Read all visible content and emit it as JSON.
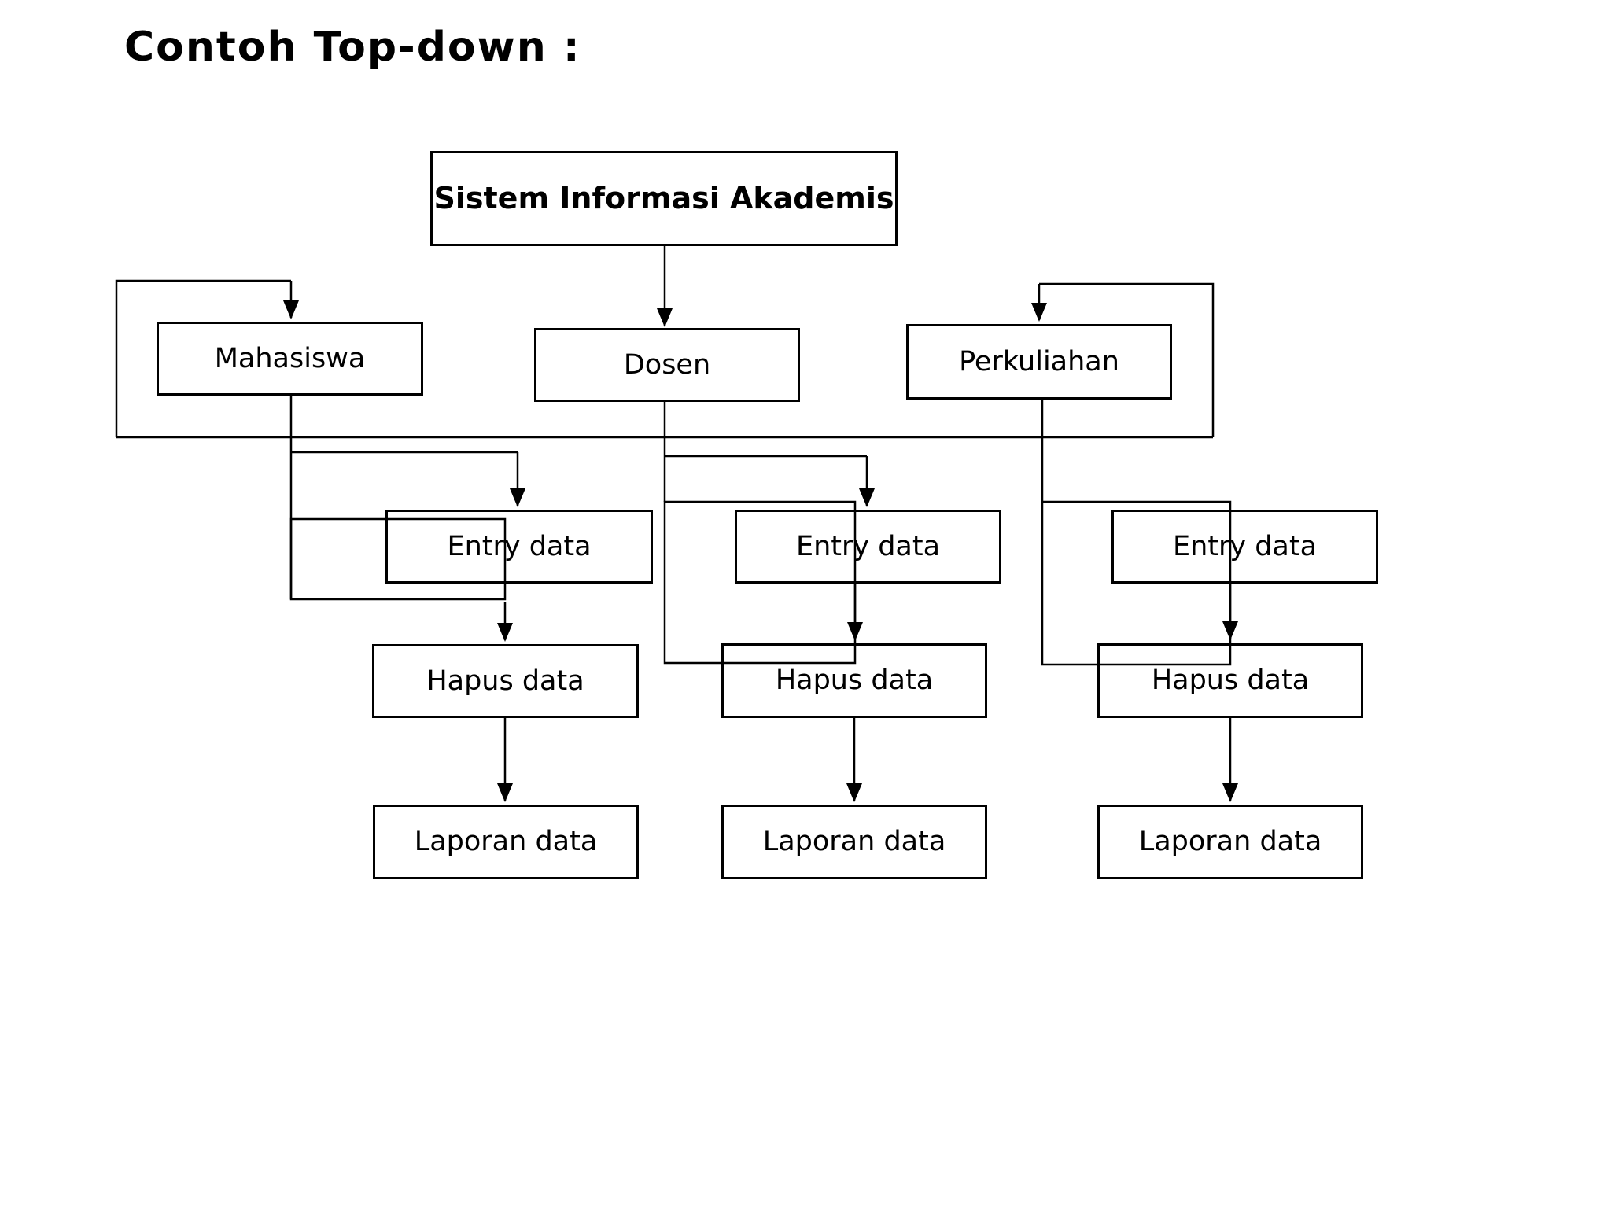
{
  "title": "Contoh Top-down :",
  "colors": {
    "background": "#ffffff",
    "line": "#000000",
    "text": "#000000"
  },
  "diagram": {
    "type": "hierarchy",
    "root_label": "Sistem Informasi Akademis",
    "columns": [
      {
        "label": "Mahasiswa",
        "children": [
          {
            "label": "Entry data"
          },
          {
            "label": "Hapus data"
          },
          {
            "label": "Laporan data"
          }
        ]
      },
      {
        "label": "Dosen",
        "children": [
          {
            "label": "Entry data"
          },
          {
            "label": "Hapus data"
          },
          {
            "label": "Laporan data"
          }
        ]
      },
      {
        "label": "Perkuliahan",
        "children": [
          {
            "label": "Entry data"
          },
          {
            "label": "Hapus data"
          },
          {
            "label": "Laporan data"
          }
        ]
      }
    ]
  }
}
